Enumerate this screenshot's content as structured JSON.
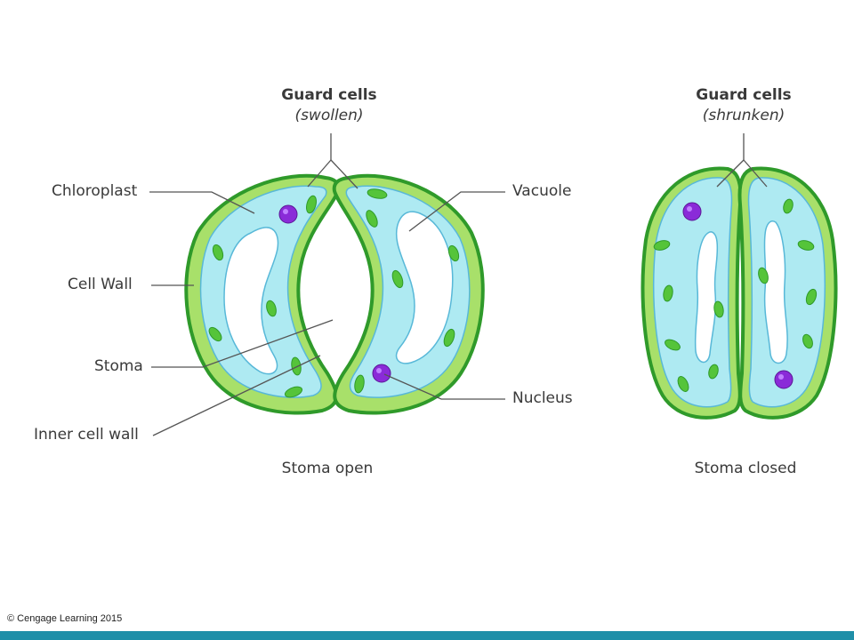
{
  "open": {
    "title": "Guard cells",
    "subtitle": "(swollen)",
    "caption": "Stoma open",
    "labels": {
      "chloroplast": "Chloroplast",
      "cell_wall": "Cell Wall",
      "stoma": "Stoma",
      "inner_wall": "Inner cell wall",
      "vacuole": "Vacuole",
      "nucleus": "Nucleus"
    }
  },
  "closed": {
    "title": "Guard cells",
    "subtitle": "(shrunken)",
    "caption": "Stoma closed"
  },
  "copyright": "© Cengage Learning 2015",
  "colors": {
    "wall_outline": "#2f9a2a",
    "wall_fill": "#a8e06a",
    "cytoplasm": "#aeeaf2",
    "vacuole": "#ffffff",
    "chloroplast": "#55c43a",
    "nucleus": "#8a2bd8",
    "leader_line": "#555555",
    "bottom_bar": "#1f8fa8"
  }
}
